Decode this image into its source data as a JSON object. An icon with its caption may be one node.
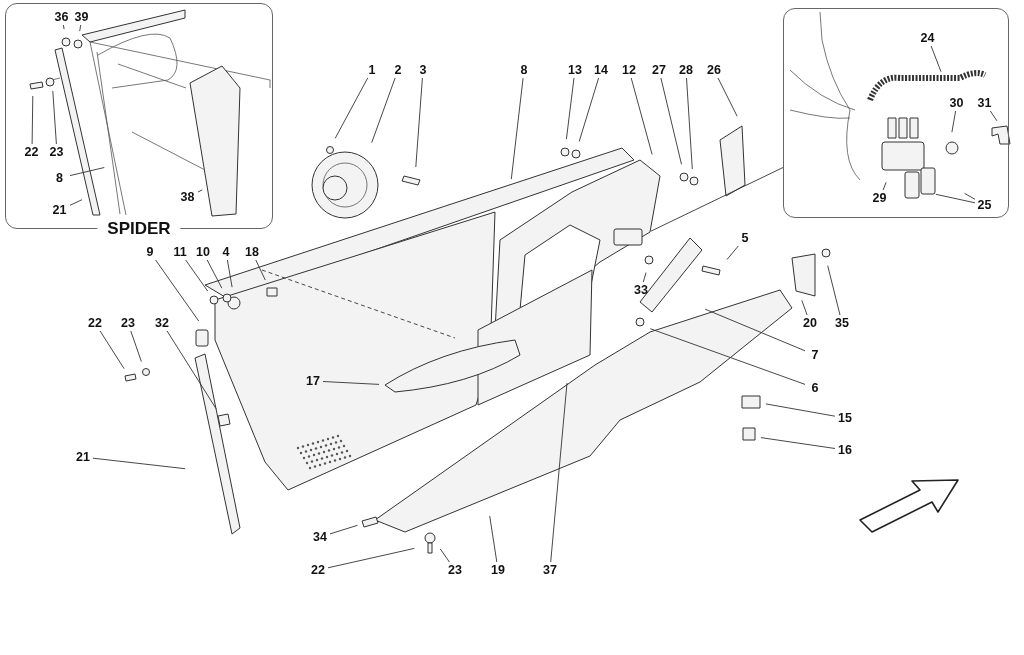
{
  "diagram": {
    "nodes": [
      {
        "text": [
          "SPIDER"
        ]
      },
      {
        "text": [
          "36"
        ],
        "in": 0
      },
      {
        "text": [
          "39"
        ],
        "in": 0
      },
      {
        "text": [
          "22"
        ],
        "in": 0
      },
      {
        "text": [
          "23"
        ],
        "in": 0
      },
      {
        "text": [
          "8"
        ],
        "in": 0
      },
      {
        "text": [
          "21"
        ],
        "in": 0
      },
      {
        "text": [
          "38"
        ],
        "in": 0
      },
      {
        "text": [],
        "shape": "box"
      },
      {
        "text": [
          "24"
        ],
        "in": 8
      },
      {
        "text": [
          "30"
        ],
        "in": 8
      },
      {
        "text": [
          "31"
        ],
        "in": 8
      },
      {
        "text": [
          "29"
        ],
        "in": 8
      },
      {
        "text": [
          "25"
        ],
        "in": 8
      },
      {
        "text": [
          "1"
        ]
      },
      {
        "text": [
          "2"
        ]
      },
      {
        "text": [
          "3"
        ]
      },
      {
        "text": [
          "8"
        ]
      },
      {
        "text": [
          "13"
        ]
      },
      {
        "text": [
          "14"
        ]
      },
      {
        "text": [
          "12"
        ]
      },
      {
        "text": [
          "27"
        ]
      },
      {
        "text": [
          "28"
        ]
      },
      {
        "text": [
          "26"
        ]
      },
      {
        "text": [
          "9"
        ]
      },
      {
        "text": [
          "11"
        ]
      },
      {
        "text": [
          "10"
        ]
      },
      {
        "text": [
          "4"
        ]
      },
      {
        "text": [
          "18"
        ]
      },
      {
        "text": [
          "5"
        ]
      },
      {
        "text": [
          "33"
        ]
      },
      {
        "text": [
          "20"
        ]
      },
      {
        "text": [
          "35"
        ]
      },
      {
        "text": [
          "7"
        ]
      },
      {
        "text": [
          "22"
        ]
      },
      {
        "text": [
          "23"
        ]
      },
      {
        "text": [
          "32"
        ]
      },
      {
        "text": [
          "17"
        ]
      },
      {
        "text": [
          "6"
        ]
      },
      {
        "text": [
          "15"
        ]
      },
      {
        "text": [
          "16"
        ]
      },
      {
        "text": [
          "21"
        ]
      },
      {
        "text": [
          "34"
        ]
      },
      {
        "text": [
          "22"
        ]
      },
      {
        "text": [
          "23"
        ]
      },
      {
        "text": [
          "19"
        ]
      },
      {
        "text": [
          "37"
        ]
      }
    ],
    "edges": [
      {
        "from": 1,
        "to": null,
        "arrow": "none"
      },
      {
        "from": 2,
        "to": null,
        "arrow": "none"
      },
      {
        "from": 3,
        "to": null,
        "arrow": "none"
      },
      {
        "from": 4,
        "to": null,
        "arrow": "none"
      },
      {
        "from": 5,
        "to": null,
        "arrow": "none"
      },
      {
        "from": 6,
        "to": null,
        "arrow": "none"
      },
      {
        "from": 7,
        "to": null,
        "arrow": "none"
      },
      {
        "from": 9,
        "to": null,
        "arrow": "none"
      },
      {
        "from": 10,
        "to": null,
        "arrow": "none"
      },
      {
        "from": 11,
        "to": null,
        "arrow": "none"
      },
      {
        "from": 12,
        "to": null,
        "arrow": "none"
      },
      {
        "from": 13,
        "to": null,
        "arrow": "none"
      },
      {
        "from": 13,
        "to": null,
        "arrow": "none"
      },
      {
        "from": 14,
        "to": null,
        "arrow": "none"
      },
      {
        "from": 15,
        "to": null,
        "arrow": "none"
      },
      {
        "from": 16,
        "to": null,
        "arrow": "none"
      },
      {
        "from": 17,
        "to": null,
        "arrow": "none"
      },
      {
        "from": 18,
        "to": null,
        "arrow": "none"
      },
      {
        "from": 19,
        "to": null,
        "arrow": "none"
      },
      {
        "from": 20,
        "to": null,
        "arrow": "none"
      },
      {
        "from": 21,
        "to": null,
        "arrow": "none"
      },
      {
        "from": 22,
        "to": null,
        "arrow": "none"
      },
      {
        "from": 23,
        "to": null,
        "arrow": "none"
      },
      {
        "from": 24,
        "to": null,
        "arrow": "none"
      },
      {
        "from": 25,
        "to": null,
        "arrow": "none"
      },
      {
        "from": 26,
        "to": null,
        "arrow": "none"
      },
      {
        "from": 27,
        "to": null,
        "arrow": "none"
      },
      {
        "from": 28,
        "to": null,
        "arrow": "none"
      },
      {
        "from": 29,
        "to": null,
        "arrow": "none"
      },
      {
        "from": 30,
        "to": null,
        "arrow": "none"
      },
      {
        "from": 31,
        "to": null,
        "arrow": "none"
      },
      {
        "from": 32,
        "to": null,
        "arrow": "none"
      },
      {
        "from": 33,
        "to": null,
        "arrow": "none"
      },
      {
        "from": 34,
        "to": null,
        "arrow": "none"
      },
      {
        "from": 35,
        "to": null,
        "arrow": "none"
      },
      {
        "from": 36,
        "to": null,
        "arrow": "none"
      },
      {
        "from": 37,
        "to": null,
        "arrow": "none"
      },
      {
        "from": 38,
        "to": null,
        "arrow": "none"
      },
      {
        "from": 39,
        "to": null,
        "arrow": "none"
      },
      {
        "from": 40,
        "to": null,
        "arrow": "none"
      },
      {
        "from": 41,
        "to": null,
        "arrow": "none"
      },
      {
        "from": 42,
        "to": null,
        "arrow": "none"
      },
      {
        "from": 43,
        "to": null,
        "arrow": "none"
      },
      {
        "from": 44,
        "to": null,
        "arrow": "none"
      },
      {
        "from": 45,
        "to": null,
        "arrow": "none"
      },
      {
        "from": 46,
        "to": null,
        "arrow": "none"
      },
      {
        "from": 8,
        "to": null,
        "arrow": "none"
      }
    ]
  }
}
